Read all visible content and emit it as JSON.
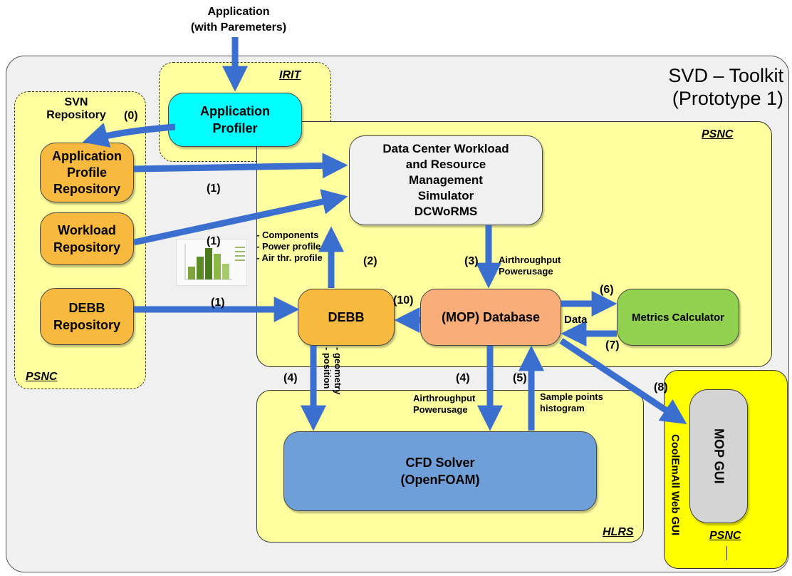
{
  "top_input": "Application\n(with Paremeters)",
  "toolkit_title": "SVD – Toolkit\n(Prototype 1)",
  "tags": {
    "irit": "IRIT",
    "psnc_main": "PSNC",
    "psnc_left": "PSNC",
    "hlrs": "HLRS",
    "psnc_gui": "PSNC"
  },
  "svn_label": "SVN\nRepository",
  "boxes": {
    "app_profiler": "Application\nProfiler",
    "app_profile_repo": "Application\nProfile\nRepository",
    "workload_repo": "Workload\nRepository",
    "debb_repo": "DEBB\nRepository",
    "dcworms": "Data Center Workload\nand Resource\nManagement\nSimulator\nDCWoRMS",
    "debb": "DEBB",
    "mop_db": "(MOP) Database",
    "metrics": "Metrics Calculator",
    "cfd": "CFD Solver\n(OpenFOAM)",
    "mop_gui": "MOP GUI"
  },
  "web_gui_label": "CoolEmAll Web GUI",
  "arrow_labels": {
    "a0": "(0)",
    "a1_top": "(1)",
    "a1_mid": "(1)",
    "a1_bottom": "(1)",
    "a2": "(2)",
    "a3": "(3)",
    "a4_left": "(4)",
    "a4_right": "(4)",
    "a5": "(5)",
    "a6": "(6)",
    "a7": "(7)",
    "a8": "(8)",
    "a10": "(10)"
  },
  "annotations": {
    "components": "- Components\n- Power profile\n- Air thr. profile",
    "air_power_top": "Airthroughput\nPowerusage",
    "air_power_bottom": "Airthroughput\nPowerusage",
    "sample_points": "Sample points\nhistogram",
    "geometry": "- geometry\n- position",
    "data": "Data"
  }
}
